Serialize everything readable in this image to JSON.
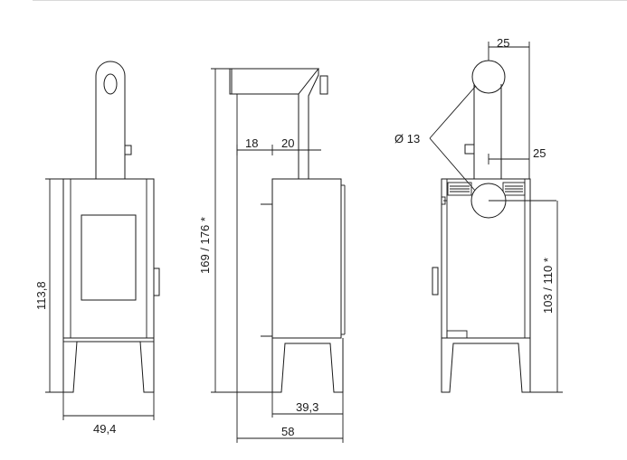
{
  "dimensions": {
    "height_total": "113,8",
    "width_front": "49,4",
    "height_flue_top": "169 / 176 *",
    "side_18": "18",
    "side_20": "20",
    "side_depth_body": "39,3",
    "side_depth_total": "58",
    "rear_top_offset": "25",
    "rear_diameter": "Ø 13",
    "rear_side_offset": "25",
    "rear_height_outlet": "103 / 110 *"
  },
  "colors": {
    "line": "#1a1a1a",
    "background": "#ffffff"
  }
}
